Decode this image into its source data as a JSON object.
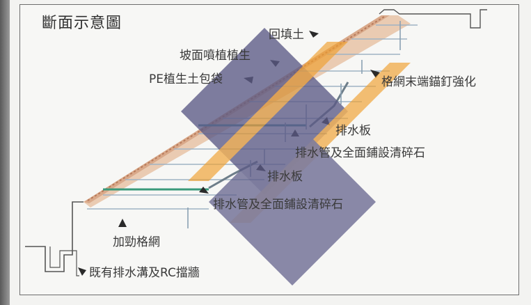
{
  "diagram": {
    "title": "斷面示意圖",
    "labels": {
      "backfill": "回填土",
      "slope_spray": "坡面噴植植生",
      "pe_bag": "PE植生土包袋",
      "anchor": "格網末端錨釘強化",
      "drain_board_upper": "排水板",
      "drain_pipe_upper": "排水管及全面鋪設清碎石",
      "drain_board_lower": "排水板",
      "drain_pipe_lower": "排水管及全面鋪設清碎石",
      "geogrid": "加勁格網",
      "existing_wall": "既有排水溝及RC擋牆"
    }
  },
  "colors": {
    "slope_fill": "#e8c9b0",
    "watermark_purple": "#5b5a86",
    "watermark_orange": "#f0a030",
    "grid_line": "#8fa6b8",
    "green_line": "#3a9a7a"
  }
}
